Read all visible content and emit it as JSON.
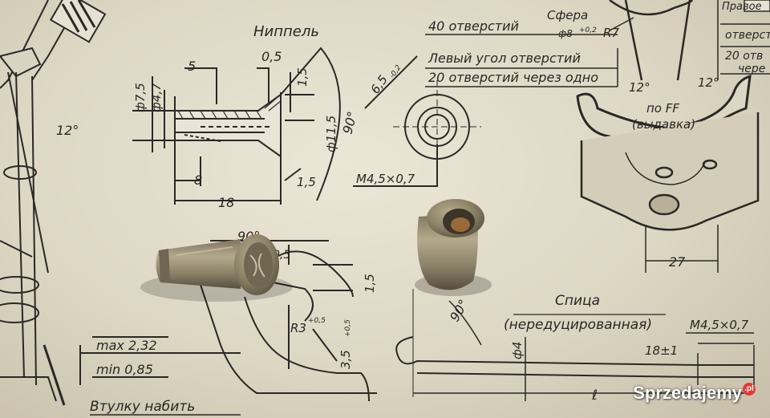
{
  "photo": {
    "subject": "spoke nipples on technical drawing",
    "top_drawing": {
      "title": "Ниппель",
      "dims": [
        "5",
        "0,5",
        "ф7,5",
        "ф4,7",
        "1,5",
        "ф11,5",
        "90°",
        "8",
        "18",
        "1,5"
      ]
    },
    "circle_view": {
      "dim_diameter": "6,5",
      "dim_tol": "-0,2",
      "thread": "M4,5×0,7"
    },
    "notes": {
      "sphere": "Сфера",
      "sphere_dim": "ф8",
      "sphere_tol": "+0,2",
      "sphere_r": "R7",
      "line1": "40 отверстий",
      "line2": "Левый угол отверстий",
      "line3": "20 отверстий через одно"
    },
    "right_part": {
      "label1": "по FF",
      "label2": "(выдавка)",
      "angle_left": "12°",
      "angle_right": "12°",
      "dim": "27",
      "top_text1": "Правое",
      "top_text2": "отверст",
      "top_text3": "20 отв",
      "top_text4": "чере"
    },
    "left_note": {
      "angle": "12°"
    },
    "lower_drawing": {
      "angle": "90°",
      "dims": [
        "0,5",
        "1,5",
        "R3",
        "+0,5",
        "3,5",
        "+0,5"
      ],
      "max_label": "max 2,32",
      "min_label": "min 0,85",
      "bottom_text": "Втулку набить"
    },
    "spoke": {
      "title1": "Спица",
      "title2": "(нередуцированная)",
      "thread": "M4,5×0,7",
      "angle": "90°",
      "dia": "ф4",
      "len": "18±1",
      "var": "ℓ"
    },
    "watermark": {
      "text": "Sprzedajemy",
      "suffix": ".pl"
    }
  }
}
